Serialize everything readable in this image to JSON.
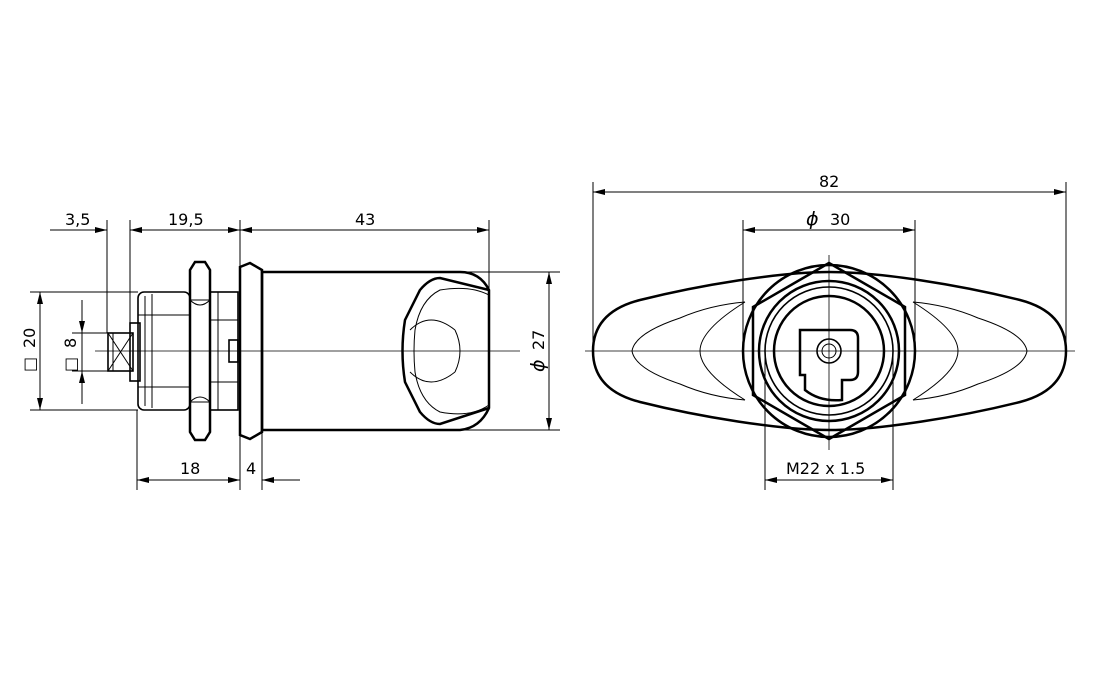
{
  "dimensions": {
    "side_view": {
      "d_3_5": "3,5",
      "d_19_5": "19,5",
      "d_43": "43",
      "d_18": "18",
      "d_4": "4",
      "sq_20": "20",
      "sq_8": "8",
      "dia_27": "27"
    },
    "front_view": {
      "d_82": "82",
      "dia_30": "30",
      "thread": "M22 x 1.5"
    }
  },
  "symbols": {
    "square": "□",
    "diameter": "ϕ"
  }
}
